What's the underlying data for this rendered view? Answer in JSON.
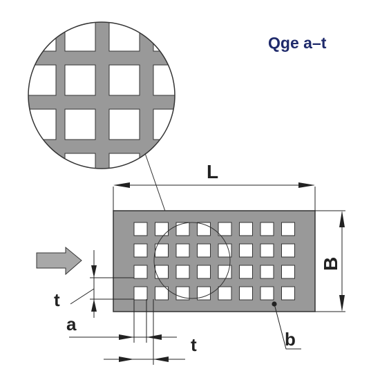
{
  "title": "Qge a–t",
  "labels": {
    "length": "L",
    "width": "B",
    "hole_size": "a",
    "pitch_vertical": "t",
    "pitch_horizontal": "t",
    "margin": "b"
  },
  "grid": {
    "columns": 8,
    "rows": 4,
    "zoom_columns": 4,
    "zoom_rows": 4
  },
  "colors": {
    "title": "#1f2a6b",
    "plate_fill": "#999999",
    "hole_fill": "#ffffff",
    "outline": "#333333",
    "dimension_line": "#222222",
    "arrow_fill": "#a8a8a8"
  },
  "icons": {
    "direction_arrow": "right-arrow-icon"
  }
}
